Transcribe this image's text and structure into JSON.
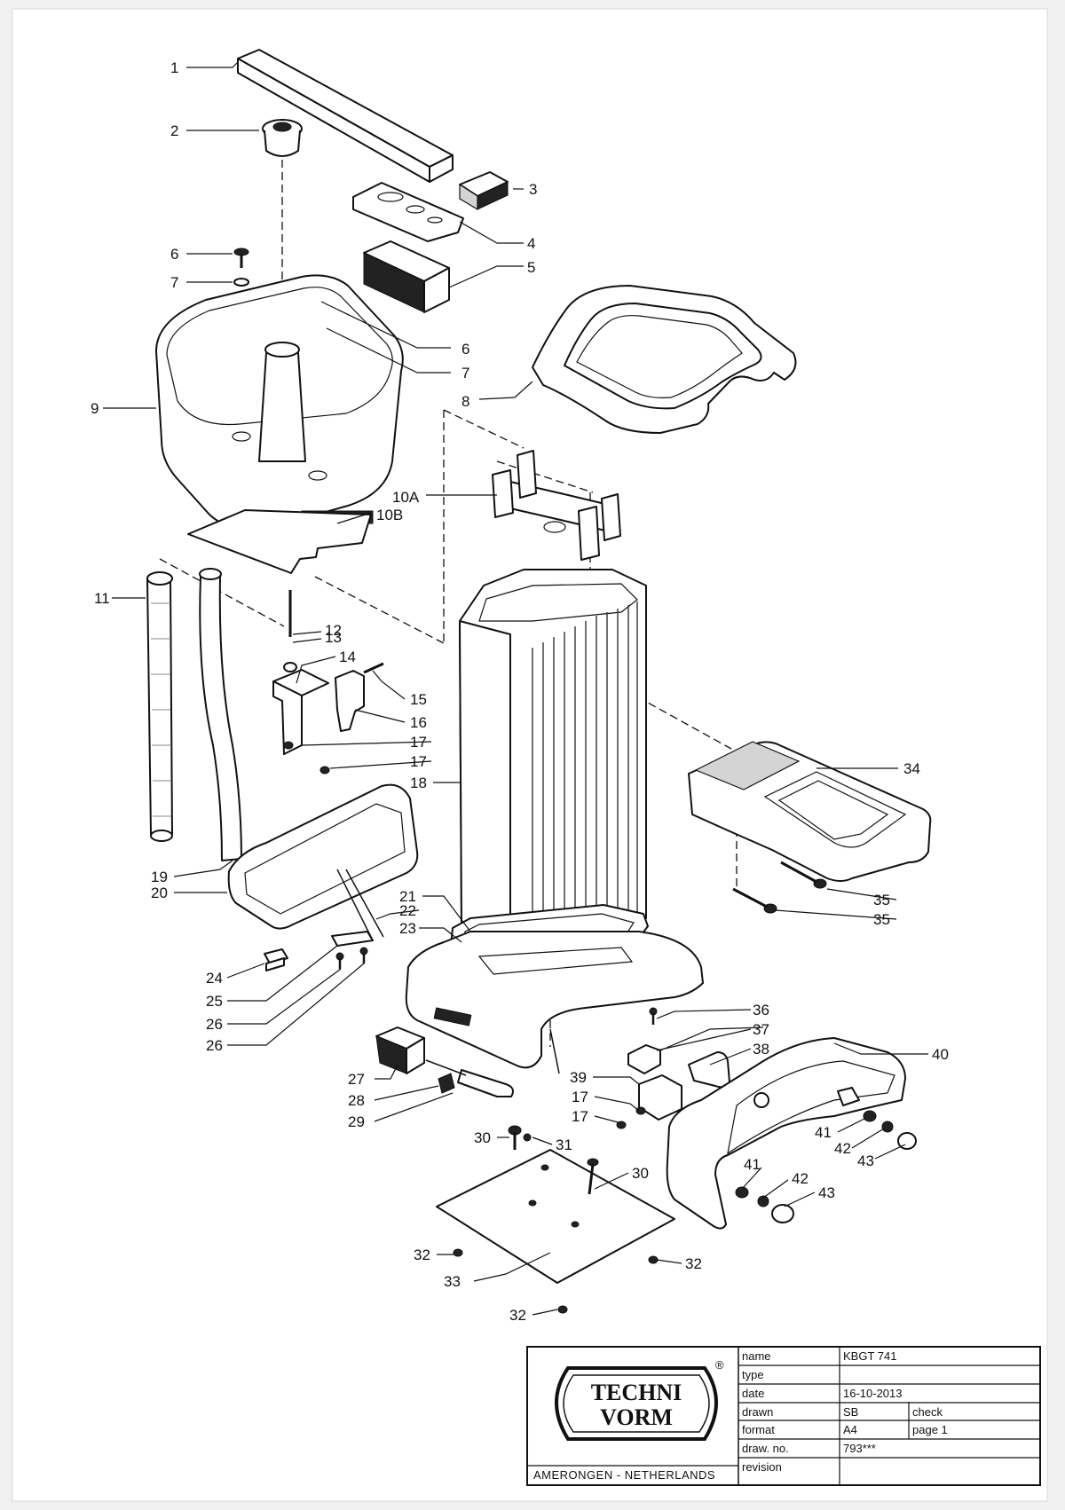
{
  "drawing": {
    "background": "#f0f0f0",
    "sheet_color": "#ffffff",
    "callouts": [
      "1",
      "2",
      "3",
      "4",
      "5",
      "6",
      "7",
      "6",
      "7",
      "8",
      "9",
      "10A",
      "10B",
      "11",
      "12",
      "13",
      "14",
      "15",
      "16",
      "17",
      "17",
      "18",
      "19",
      "20",
      "21",
      "22",
      "23",
      "24",
      "25",
      "26",
      "26",
      "27",
      "28",
      "29",
      "30",
      "31",
      "30",
      "32",
      "33",
      "32",
      "32",
      "34",
      "35",
      "35",
      "36",
      "37",
      "38",
      "39",
      "17",
      "17",
      "40",
      "41",
      "42",
      "43",
      "41",
      "42",
      "43"
    ]
  },
  "title_block": {
    "logo_top": "TECHNI",
    "logo_bottom": "VORM",
    "registered_mark": "®",
    "location": "AMERONGEN - NETHERLANDS",
    "rows": [
      {
        "label": "name",
        "value": "KBGT 741"
      },
      {
        "label": "type",
        "value": ""
      },
      {
        "label": "date",
        "value": "16-10-2013"
      },
      {
        "label": "drawn",
        "value": "SB",
        "extra": "check"
      },
      {
        "label": "format",
        "value": "A4",
        "extra": "page 1"
      },
      {
        "label": "draw. no.",
        "value": "793***"
      },
      {
        "label": "revision",
        "value": ""
      }
    ]
  }
}
